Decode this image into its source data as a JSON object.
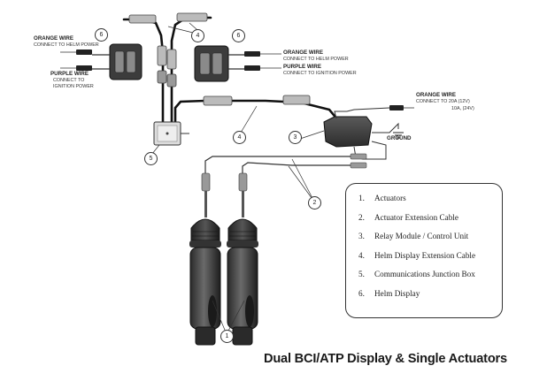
{
  "title": "Dual BCI/ATP Display & Single Actuators",
  "labels": {
    "left_orange_title": "ORANGE WIRE",
    "left_orange_sub": "CONNECT TO HELM POWER",
    "left_purple_title": "PURPLE WIRE",
    "left_purple_sub1": "CONNECT TO",
    "left_purple_sub2": "IGNITION POWER",
    "right_orange_title": "ORANGE WIRE",
    "right_orange_sub": "CONNECT TO HELM POWER",
    "right_purple_title": "PURPLE WIRE",
    "right_purple_sub": "CONNECT TO IGNITION POWER",
    "power_orange_title": "ORANGE WIRE",
    "power_orange_sub1": "CONNECT TO 20A (12V)",
    "power_orange_sub2": "10A, (24V)",
    "ground": "GROUND"
  },
  "callouts": {
    "helm_left": "6",
    "helm_right": "6",
    "display_cable": "4",
    "junction_box": "5",
    "helm_cable_lower": "4",
    "relay_module": "3",
    "ext_cable": "2",
    "actuators": "1"
  },
  "legend": [
    {
      "num": "1.",
      "text": "Actuators"
    },
    {
      "num": "2.",
      "text": "Actuator Extension Cable"
    },
    {
      "num": "3.",
      "text": "Relay Module / Control Unit"
    },
    {
      "num": "4.",
      "text": "Helm Display Extension Cable"
    },
    {
      "num": "5.",
      "text": "Communications Junction Box"
    },
    {
      "num": "6.",
      "text": "Helm Display"
    }
  ]
}
